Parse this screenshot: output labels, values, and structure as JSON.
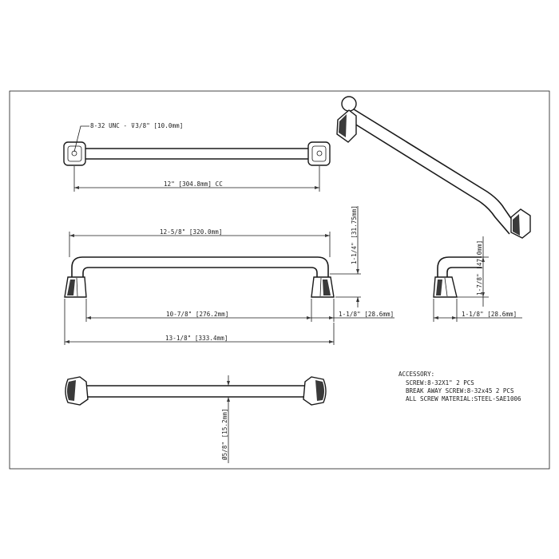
{
  "callouts": {
    "screw_hole": "8-32 UNC - ⊽3/8\" [10.0mm]",
    "center_to_center": "12\" [304.8mm] CC",
    "overall_top": "12-5/8\" [320.0mm]",
    "inner_length": "10-7/8\" [276.2mm]",
    "overall_length": "13-1/8\" [333.4mm]",
    "height_front": "1-1/4\" [31.75mm]",
    "foot_width": "1-1/8\" [28.6mm]",
    "height_side": "1-7/8\" [47.0mm]",
    "foot_width_side": "1-1/8\" [28.6mm]",
    "diameter": "Ø5/8\" [15.2mm]"
  },
  "accessory": {
    "title": "ACCESSORY:",
    "line1": "SCREW:8-32X1\" 2 PCS",
    "line2": "BREAK AWAY SCREW:8-32x45 2 PCS",
    "line3": "ALL SCREW MATERIAL:STEEL-SAE1006"
  }
}
